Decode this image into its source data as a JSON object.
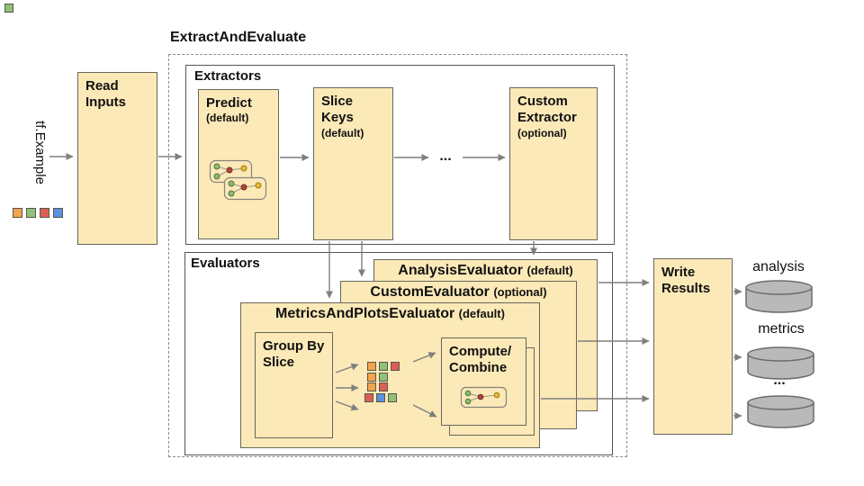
{
  "colors": {
    "box_fill": "#FCE9B8",
    "box_border": "#67675B",
    "panel_border": "#555555",
    "arrow": "#7F7F7F",
    "cylinder_fill": "#B9B9B9",
    "cylinder_border": "#6B6B6B",
    "square_border": "#57574A",
    "squares": {
      "orange": "#F2A44E",
      "green": "#8FC278",
      "red": "#DC5F56",
      "blue": "#5E8FE0"
    }
  },
  "pipeline": {
    "title": "ExtractAndEvaluate"
  },
  "input": {
    "label": "tf.Example",
    "squares": [
      "orange",
      "green",
      "red",
      "blue"
    ]
  },
  "nodes": {
    "read_inputs": "Read Inputs",
    "write_results": "Write Results",
    "group_by_slice": "Group By Slice",
    "compute_combine": "Compute/ Combine"
  },
  "extractors": {
    "label": "Extractors",
    "ellipsis": "...",
    "boxes": [
      {
        "title": "Predict",
        "qualifier": "(default)"
      },
      {
        "title": "Slice Keys",
        "qualifier": "(default)"
      },
      {
        "title": "Custom Extractor",
        "qualifier": "(optional)"
      }
    ]
  },
  "evaluators": {
    "label": "Evaluators",
    "cards": [
      {
        "title": "AnalysisEvaluator",
        "qualifier": "(default)"
      },
      {
        "title": "CustomEvaluator",
        "qualifier": "(optional)"
      },
      {
        "title": "MetricsAndPlotsEvaluator",
        "qualifier": "(default)"
      }
    ],
    "slice_rows": [
      [
        "orange",
        "green",
        "red"
      ],
      [
        "orange",
        "green"
      ],
      [
        "orange",
        "red"
      ],
      [
        "red",
        "blue",
        "green"
      ]
    ]
  },
  "outputs": [
    {
      "label": "analysis"
    },
    {
      "label": "metrics"
    },
    {
      "label": "..."
    }
  ]
}
